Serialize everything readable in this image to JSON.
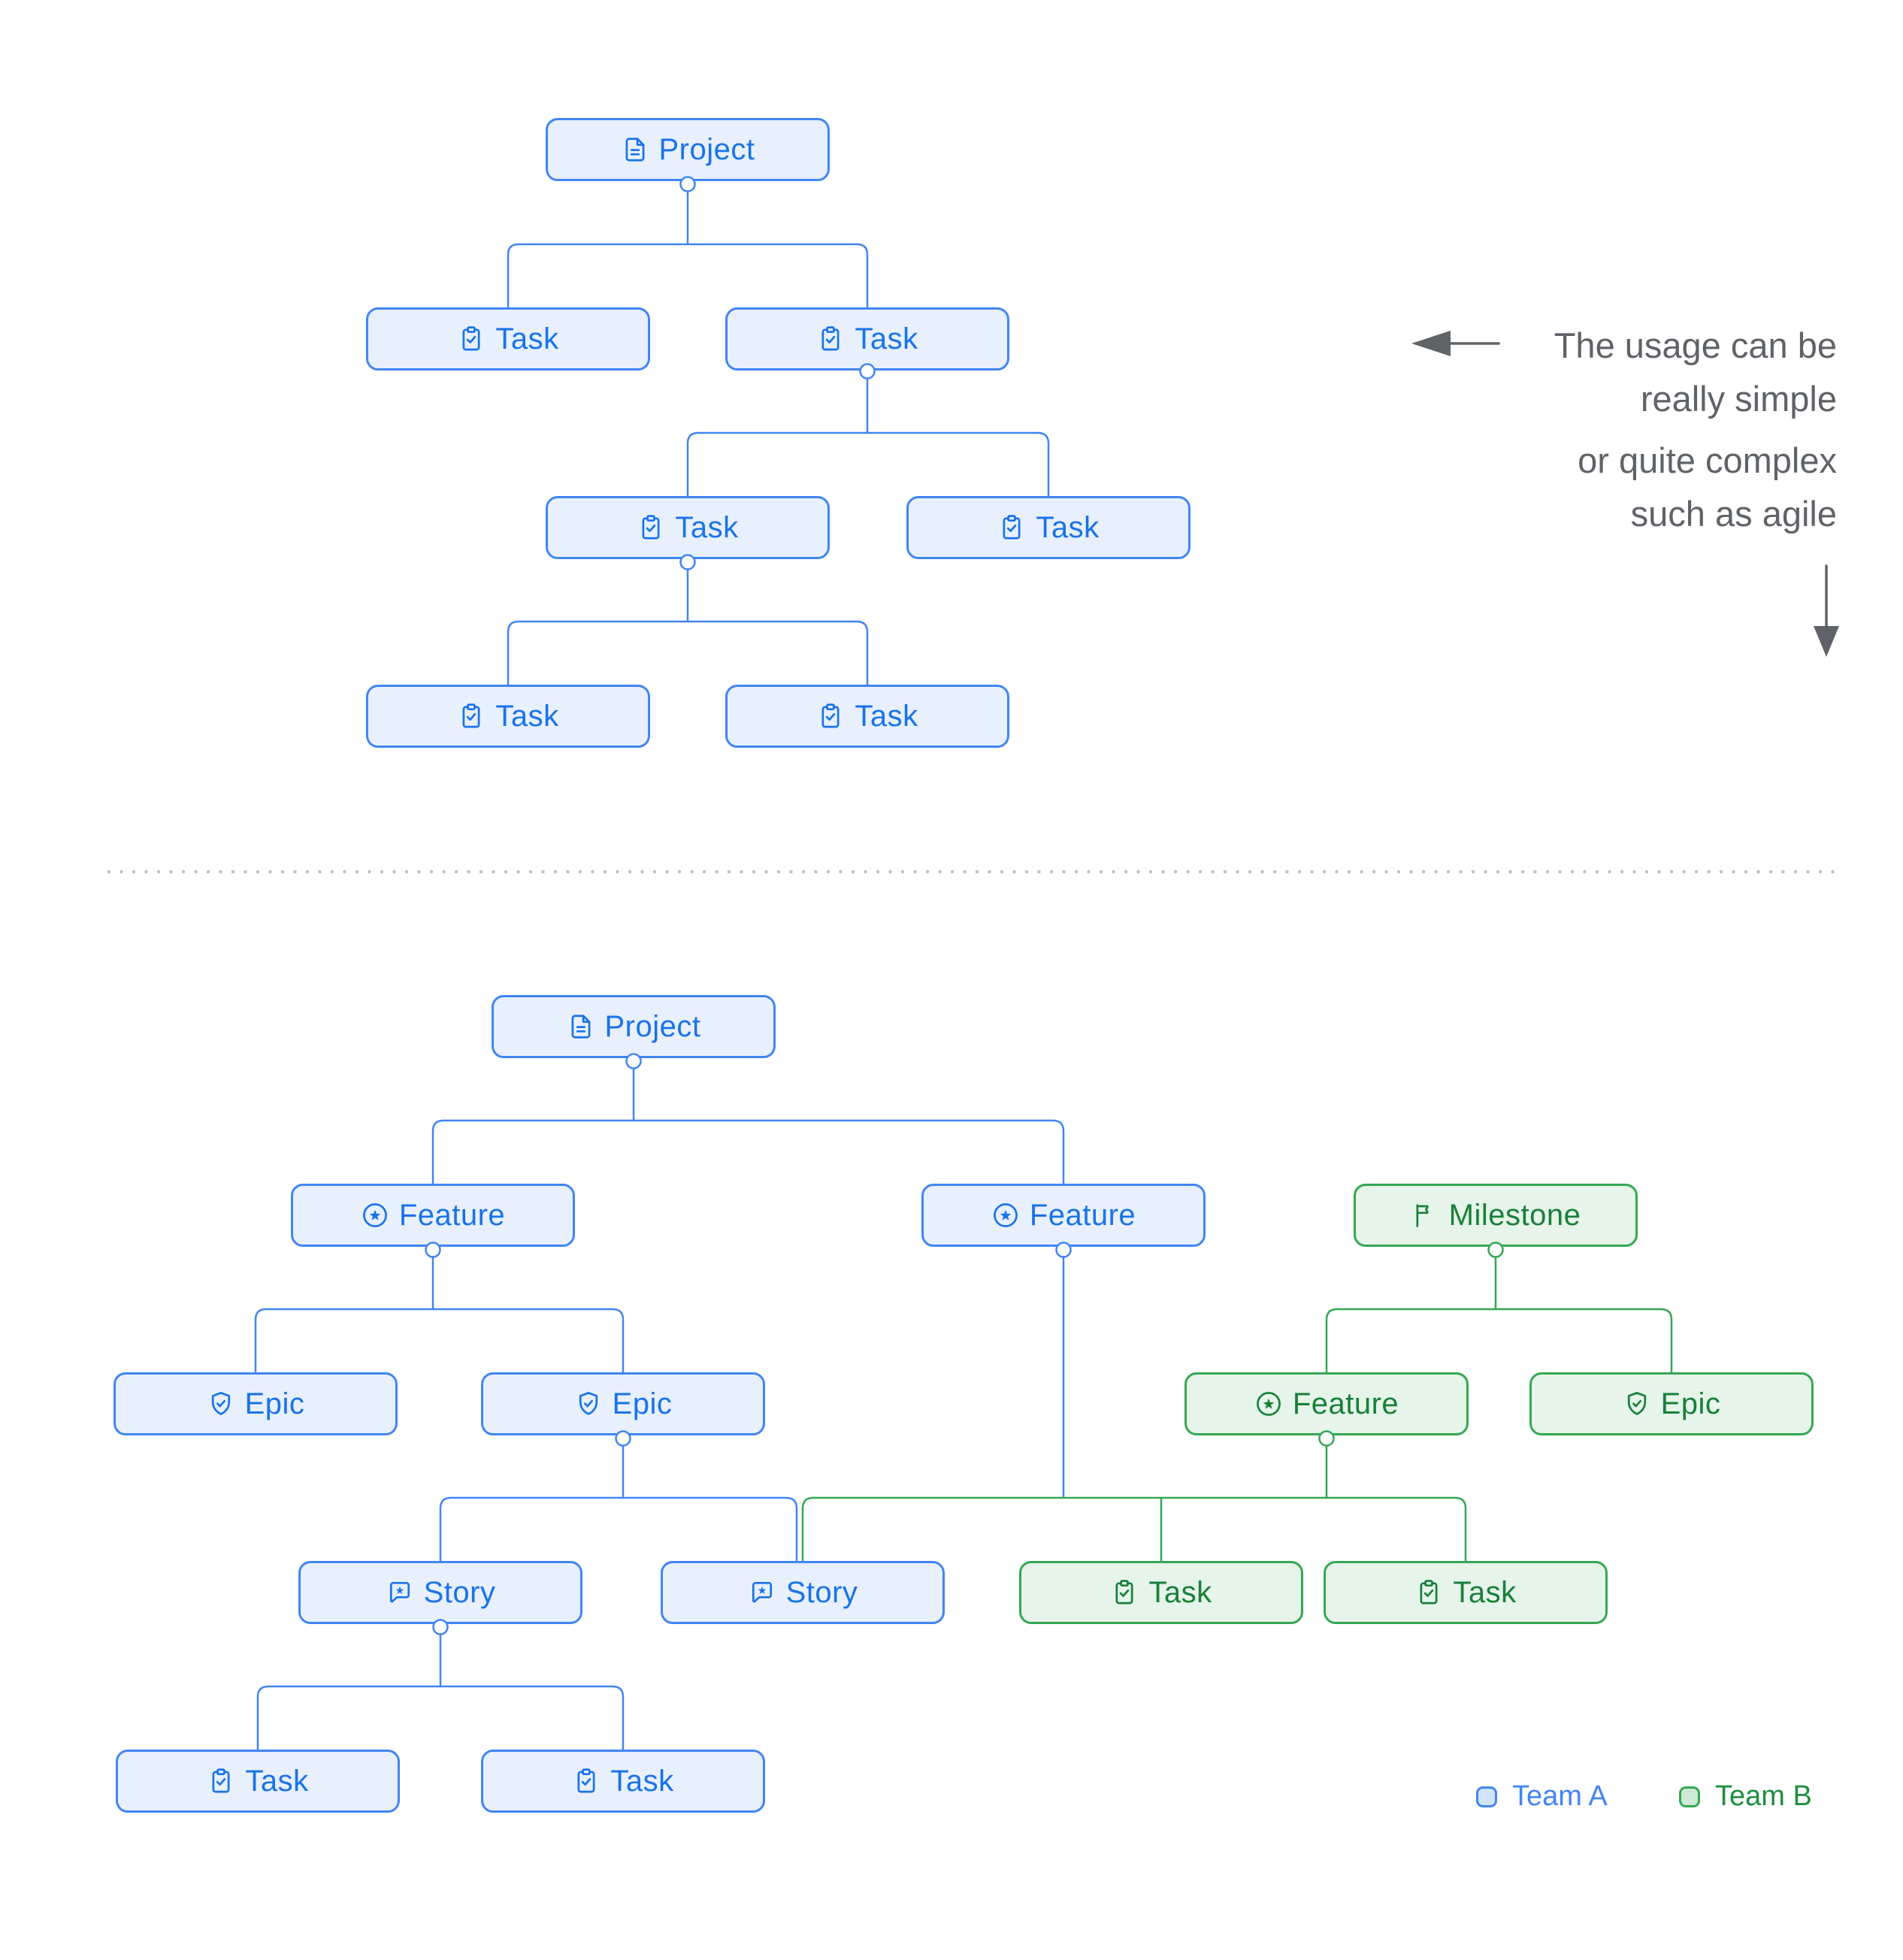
{
  "colors": {
    "team_a_border": "#4285F4",
    "team_a_fill": "#E8F0FE",
    "team_a_text": "#1A73E8",
    "team_b_border": "#34A853",
    "team_b_fill": "#E6F4EA",
    "team_b_text": "#188038",
    "annotation_text": "#5F6368",
    "arrow": "#5F6368",
    "divider": "#BDC1C6",
    "legend_a_text": "#4285F4",
    "legend_b_text": "#1E8E3E",
    "legend_a_fill": "#D2E3FC",
    "legend_b_fill": "#CEEAD6"
  },
  "labels": {
    "project": "Project",
    "task": "Task",
    "feature": "Feature",
    "epic": "Epic",
    "story": "Story",
    "milestone": "Milestone"
  },
  "icons": {
    "project": "document-icon",
    "task": "clipboard-check-icon",
    "feature": "star-circle-icon",
    "epic": "shield-check-icon",
    "story": "comment-star-icon",
    "milestone": "flag-icon"
  },
  "annotation": {
    "line1": "The usage can be",
    "line2": "really simple",
    "line3": "or quite complex",
    "line4": "such as agile"
  },
  "legend": {
    "team_a": "Team A",
    "team_b": "Team B"
  },
  "structure": {
    "simple_tree": "Project -> [Task, Task]; right Task -> [Task, Task]; left of those -> [Task, Task]",
    "complex_tree": "Project -> [Feature, Feature] (Team A); Feature(left) -> [Epic, Epic]; Epic(right) -> [Story, Story]; Story(left) -> [Task, Task]; Milestone (Team B) -> [Feature, Epic]; Feature(Team A right) and Feature(Team B) share a connector feeding Story(right), Task(B), Task(B)"
  }
}
